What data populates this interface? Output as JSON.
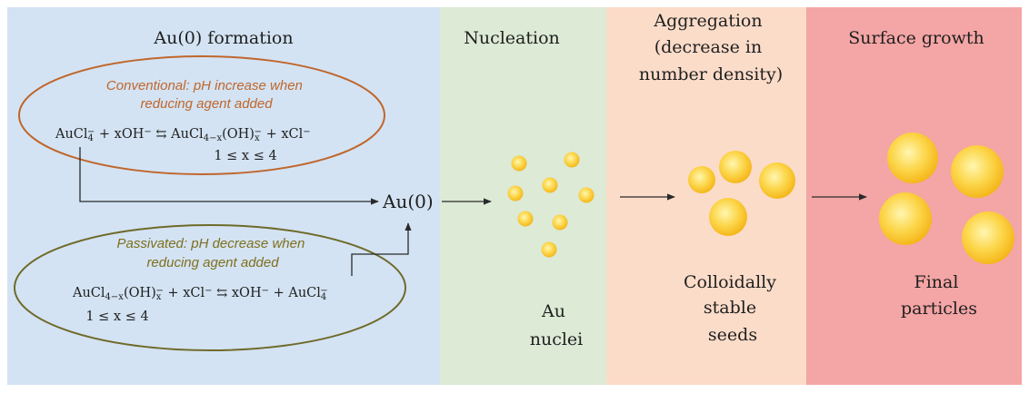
{
  "colors": {
    "panel_formation": "#d3e3f3",
    "panel_nucleation": "#dcead6",
    "panel_aggregation": "#fbdcc9",
    "panel_growth": "#f4a5a5",
    "ellipse_conventional": "#c0662c",
    "ellipse_passivated": "#6f6a2a",
    "particle_core": "#fff6b0",
    "particle_edge": "#f4b518"
  },
  "panels": {
    "formation": {
      "title": "Au(0) formation"
    },
    "nucleation": {
      "title": "Nucleation",
      "label_lines": [
        "Au",
        "nuclei"
      ]
    },
    "aggregation": {
      "title_lines": [
        "Aggregation",
        "(decrease in",
        "number density)"
      ],
      "label_lines": [
        "Colloidally",
        "stable",
        "seeds"
      ]
    },
    "growth": {
      "title": "Surface growth",
      "label_lines": [
        "Final",
        "particles"
      ]
    }
  },
  "conventional": {
    "note_lines": [
      "Conventional: pH increase when",
      "reducing agent added"
    ],
    "equation": {
      "lhs1": "AuCl",
      "lhs1_sub": "4",
      "lhs1_sup": "−",
      "plus1": " + xOH",
      "plus1_sup": "−",
      "arrow": " ⇆ ",
      "rhs1": "AuCl",
      "rhs1_sub": "4−x",
      "rhs1_mid": "(OH)",
      "rhs1_sub2": "x",
      "rhs1_sup": "−",
      "plus2": " + xCl",
      "plus2_sup": "−"
    },
    "condition": "1 ≤ x ≤ 4"
  },
  "passivated": {
    "note_lines": [
      "Passivated: pH decrease when",
      "reducing agent added"
    ],
    "equation": {
      "lhs1": "AuCl",
      "lhs1_sub": "4−x",
      "lhs1_mid": "(OH)",
      "lhs1_sub2": "x",
      "lhs1_sup": "−",
      "plus1": " + xCl",
      "plus1_sup": "−",
      "arrow": " ⇆ ",
      "rhs1": "xOH",
      "rhs1_sup": "−",
      "plus2": " + AuCl",
      "plus2_sub": "4",
      "plus2_sup": "−"
    },
    "condition": "1 ≤ x ≤ 4"
  },
  "product": "Au(0)"
}
